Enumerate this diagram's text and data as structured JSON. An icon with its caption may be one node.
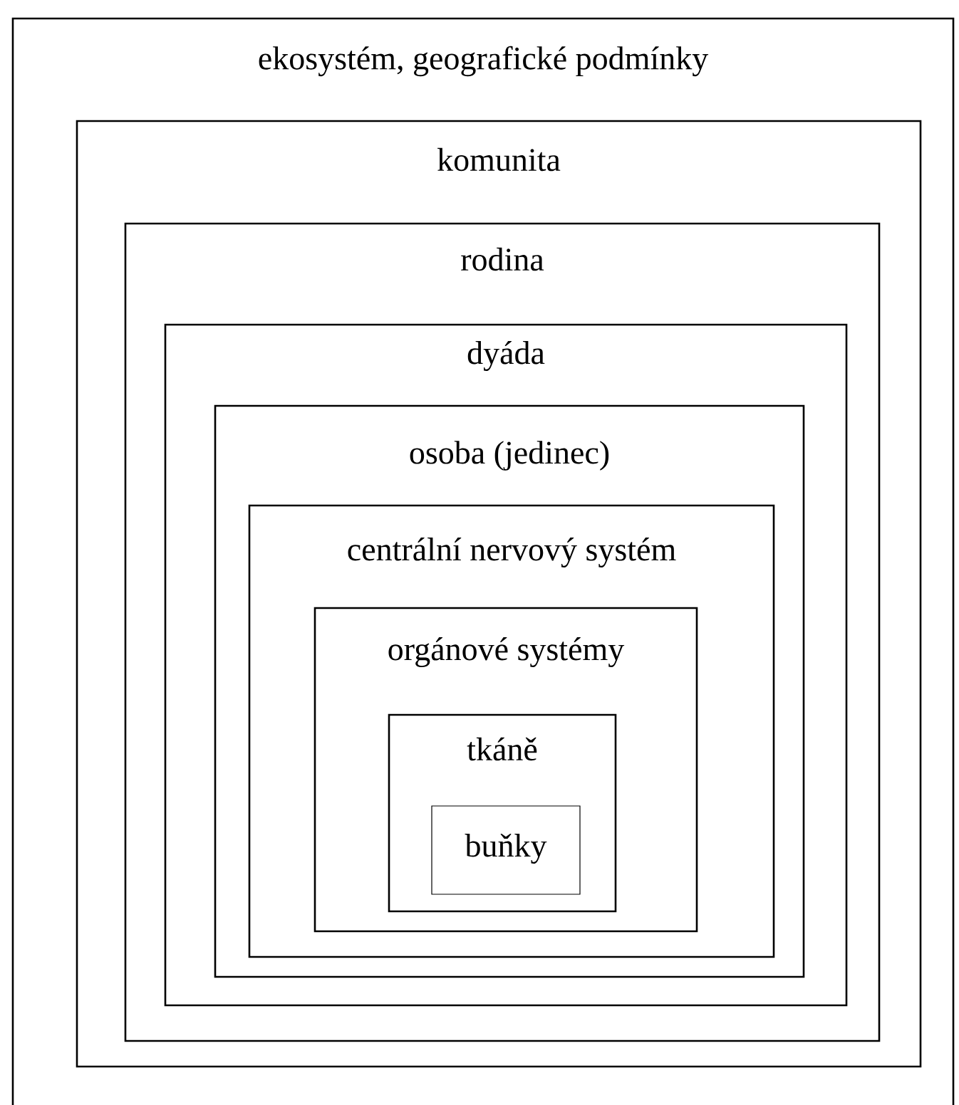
{
  "diagram": {
    "nodes": [
      {
        "text": [
          "ekosystém, geografické podmínky"
        ]
      },
      {
        "text": [
          "komunita"
        ],
        "in": 0
      },
      {
        "text": [
          "rodina"
        ],
        "in": 1
      },
      {
        "text": [
          "dyáda"
        ],
        "in": 2
      },
      {
        "text": [
          "osoba (jedinec)"
        ],
        "in": 3
      },
      {
        "text": [
          "centrální nervový systém"
        ],
        "in": 4
      },
      {
        "text": [
          "orgánové systémy"
        ],
        "in": 5
      },
      {
        "text": [
          "tkáně"
        ],
        "in": 6
      },
      {
        "text": [
          "buňky"
        ],
        "in": 7
      }
    ]
  }
}
